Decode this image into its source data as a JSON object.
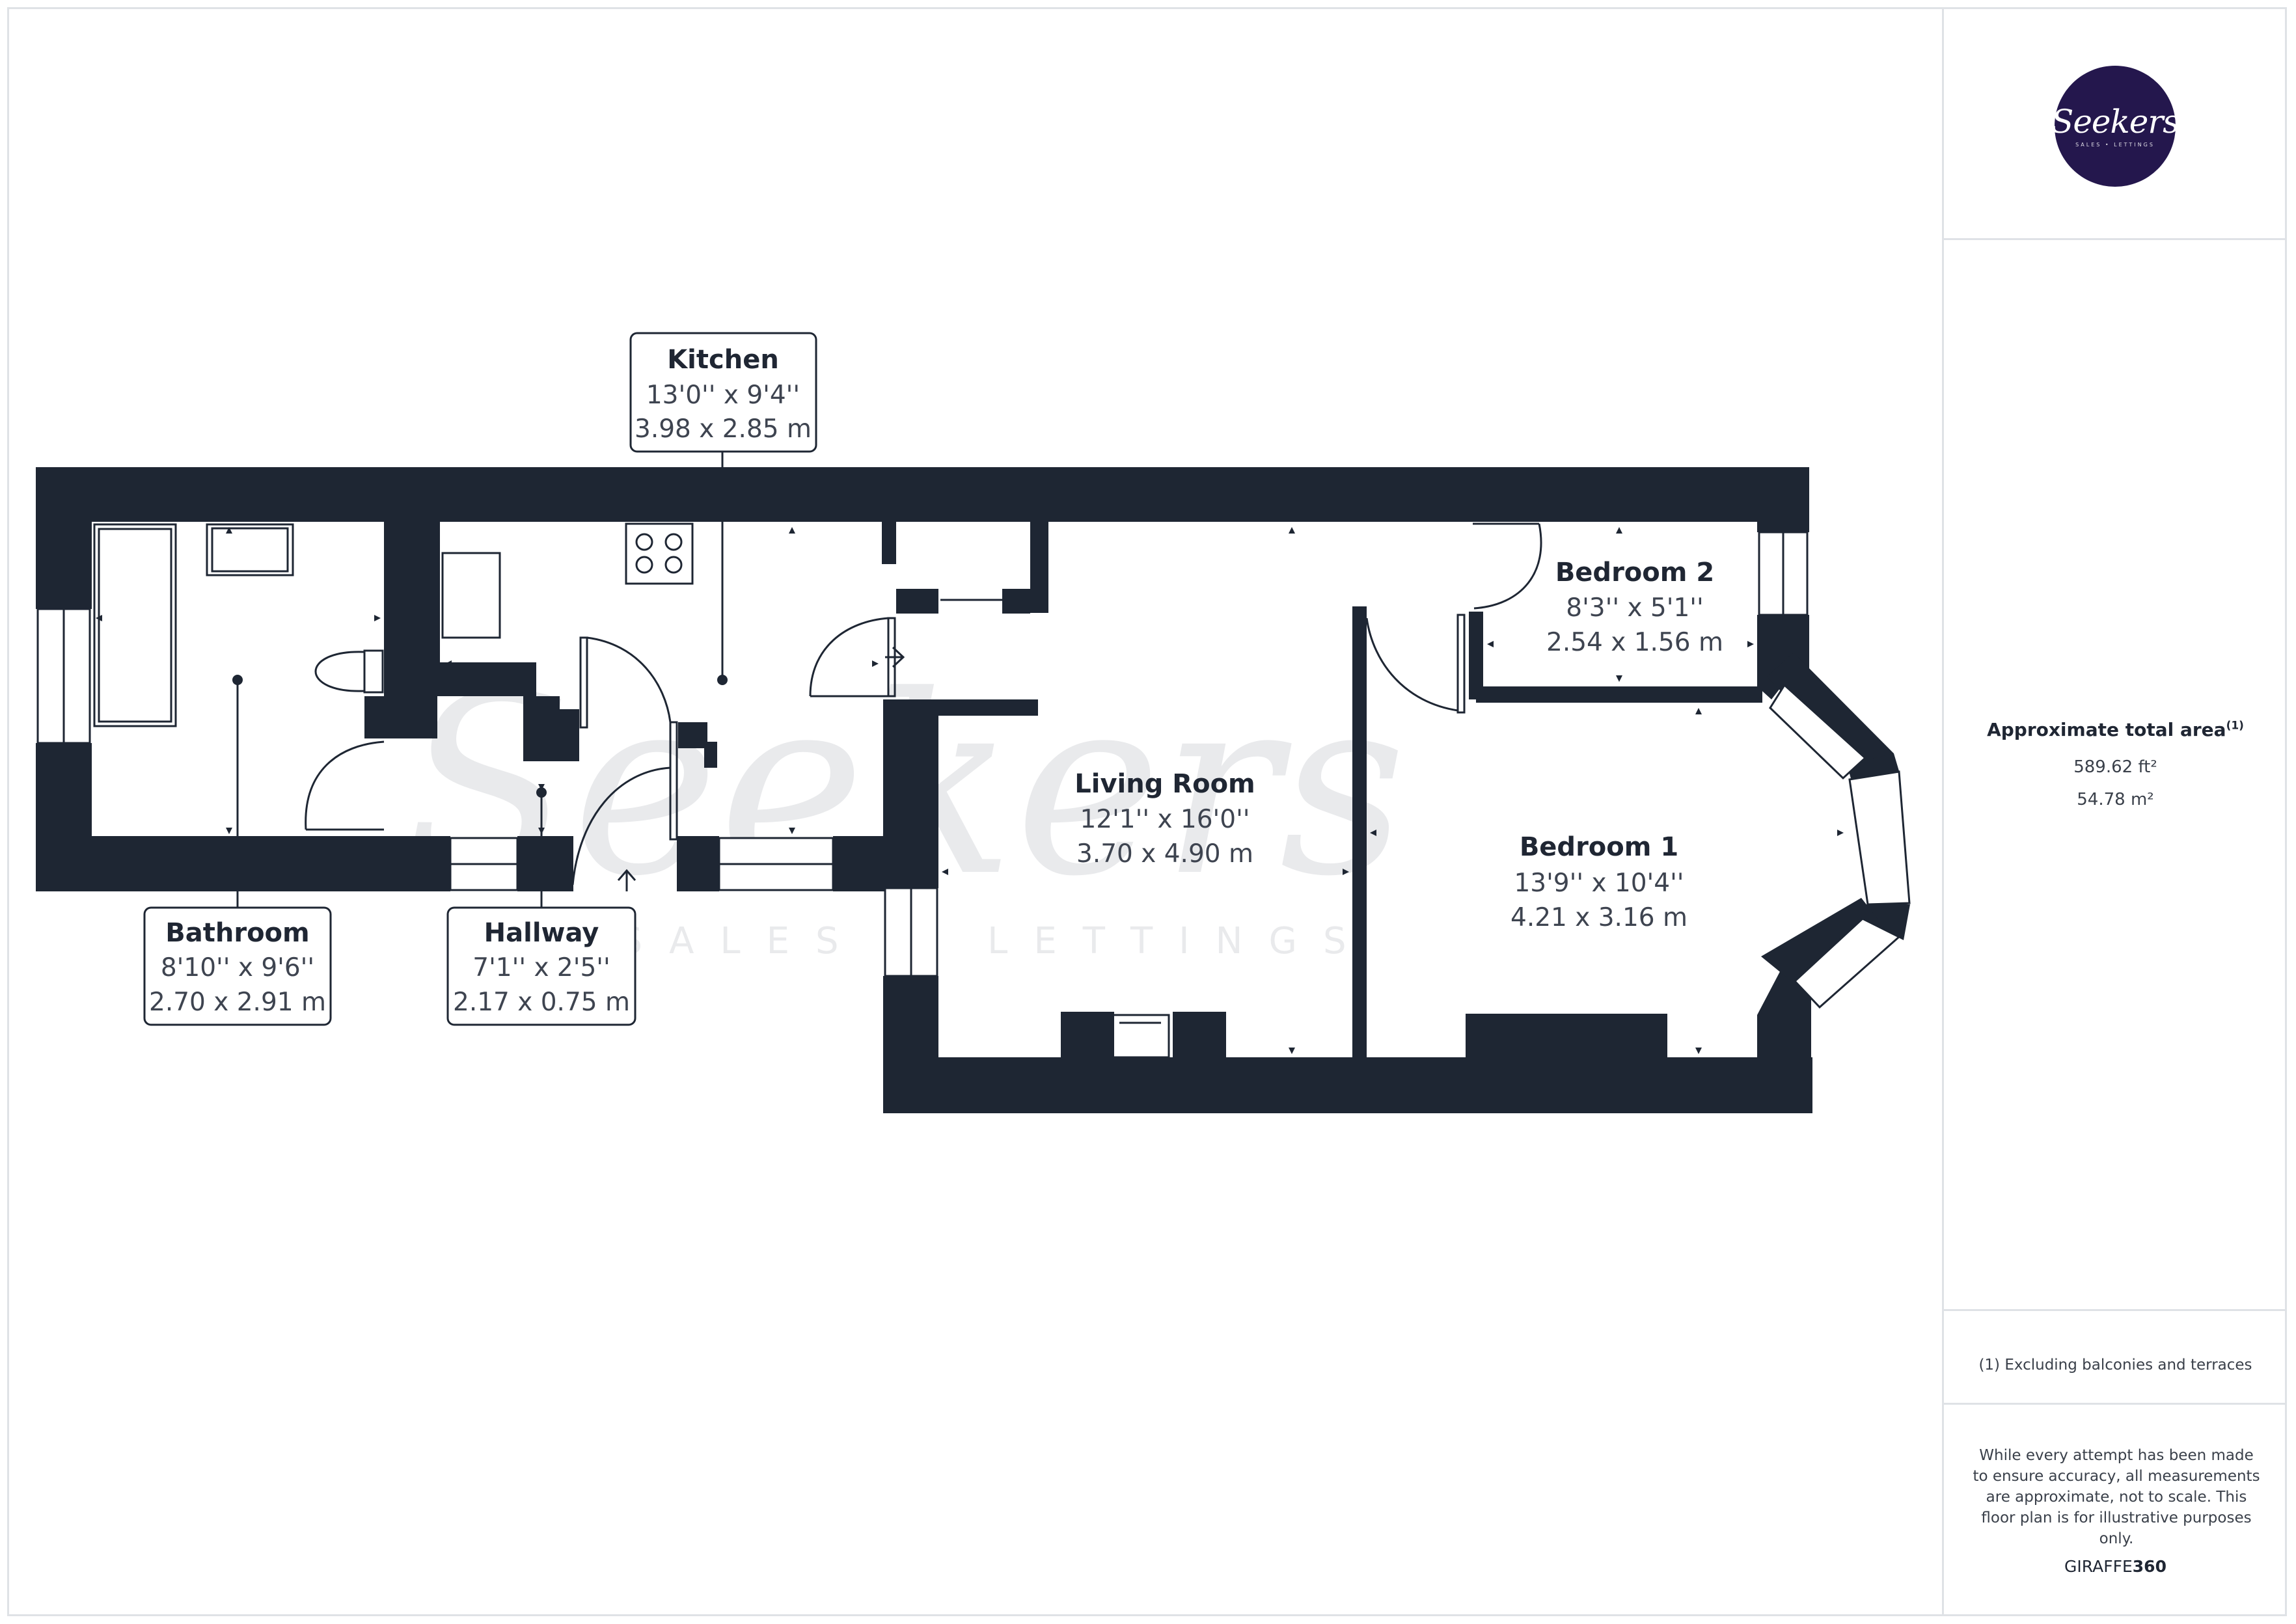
{
  "brand": {
    "logo_text": "Seekers",
    "logo_tagline": "SALES • LETTINGS",
    "accent_color": "#24174d",
    "wall_color": "#1e2633",
    "watermark_text": "Seekers",
    "watermark_tagline": "SALES • LETTINGS"
  },
  "rooms": [
    {
      "name": "Kitchen",
      "imperial": "13'0'' x 9'4''",
      "metric": "3.98 x 2.85 m"
    },
    {
      "name": "Bathroom",
      "imperial": "8'10'' x 9'6''",
      "metric": "2.70 x 2.91 m"
    },
    {
      "name": "Hallway",
      "imperial": "7'1'' x 2'5''",
      "metric": "2.17 x 0.75 m"
    },
    {
      "name": "Living Room",
      "imperial": "12'1'' x 16'0''",
      "metric": "3.70 x 4.90 m"
    },
    {
      "name": "Bedroom 2",
      "imperial": "8'3'' x 5'1''",
      "metric": "2.54 x 1.56 m"
    },
    {
      "name": "Bedroom 1",
      "imperial": "13'9'' x 10'4''",
      "metric": "4.21 x 3.16 m"
    }
  ],
  "summary": {
    "area_title": "Approximate total area",
    "area_note_marker": "(1)",
    "area_ft": "589.62 ft²",
    "area_m": "54.78 m²",
    "footnote": "(1) Excluding balconies and terraces",
    "disclaimer": "While every attempt has been made to ensure accuracy, all measurements are approximate, not to scale. This floor plan is for illustrative purposes only.",
    "credit_prefix": "GIRAFFE",
    "credit_suffix": "360"
  }
}
